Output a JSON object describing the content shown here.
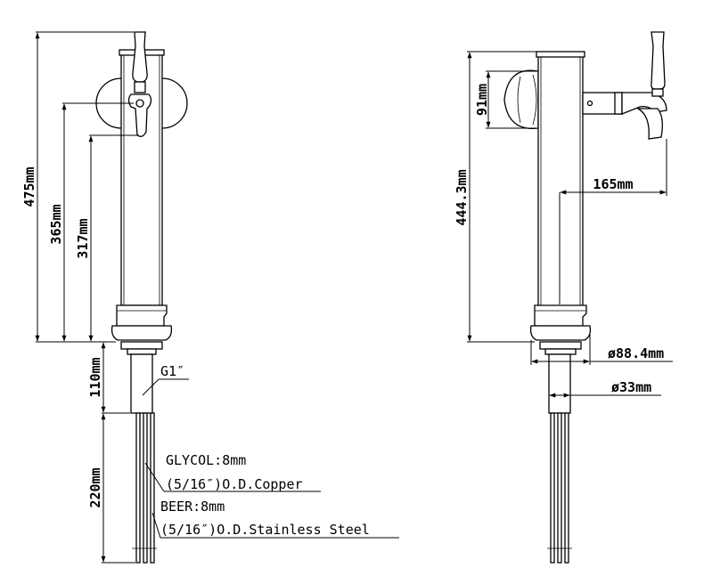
{
  "front_view": {
    "dims": {
      "overall_height": "475mm",
      "spout_height": "365mm",
      "outlet_height": "317mm",
      "shank_length": "110mm",
      "line_length": "220mm"
    },
    "thread_label": "G1″",
    "notes": {
      "glycol": "GLYCOL:8mm",
      "glycol_material": "(5/16″)O.D.Copper",
      "beer": "BEER:8mm",
      "beer_material": "(5/16″)O.D.Stainless Steel"
    }
  },
  "side_view": {
    "dims": {
      "top_height": "91mm",
      "column_height": "444.3mm",
      "reach": "165mm",
      "base_diameter": "ø88.4mm",
      "shank_diameter": "ø33mm"
    }
  }
}
